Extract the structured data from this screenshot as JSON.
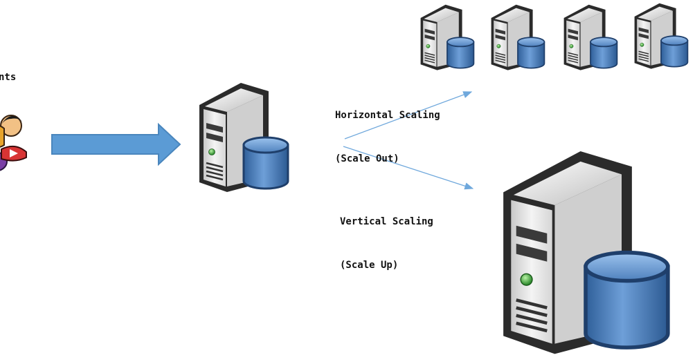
{
  "clients_label": "nts",
  "horizontal": {
    "line1": "Horizontal Scaling",
    "line2": "(Scale Out)"
  },
  "vertical": {
    "line1": "Vertical Scaling",
    "line2": "(Scale Up)"
  },
  "icons": {
    "clients": "users-icon",
    "arrow": "right-arrow-icon",
    "server": "database-server-icon"
  },
  "colors": {
    "arrow_fill": "#5b9bd5",
    "connector_line": "#6fa8dc",
    "server_body": "#e8e8e8",
    "server_outline": "#2b2b2b",
    "db_blue": "#4f81bd",
    "led_green": "#4caf50"
  }
}
